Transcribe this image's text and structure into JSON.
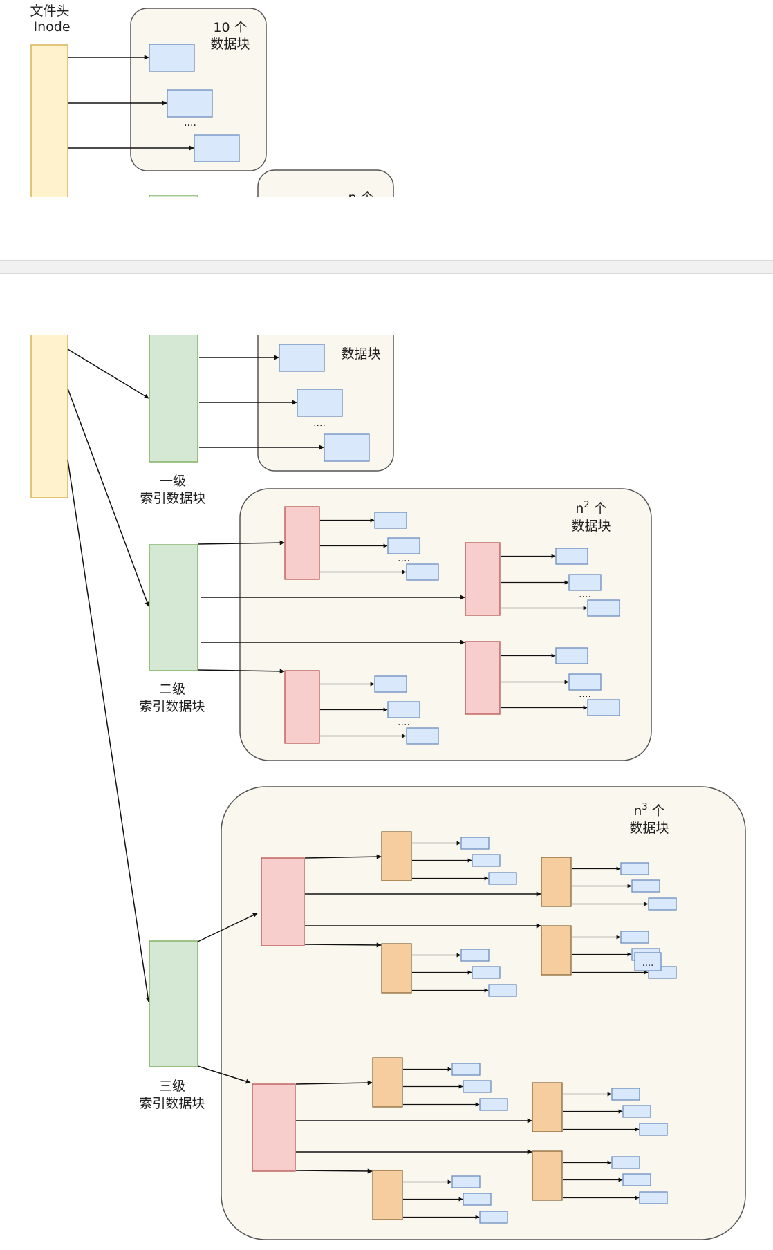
{
  "labels": {
    "inode_title": "文件头",
    "inode_sub": "Inode",
    "direct_count": "10 个",
    "direct_unit": "数据块",
    "single_unit": "数据块",
    "single_name_1": "一级",
    "single_name_2": "索引数据块",
    "double_n": "n",
    "double_exp": "2",
    "double_count": " 个",
    "double_unit": "数据块",
    "double_name_1": "二级",
    "double_name_2": "索引数据块",
    "triple_n": "n",
    "triple_exp": "3",
    "triple_count": " 个",
    "triple_unit": "数据块",
    "triple_name_1": "三级",
    "triple_name_2": "索引数据块",
    "ellipsis": "...."
  },
  "colors": {
    "inode_fill": "#fff2cc",
    "inode_stroke": "#d6b656",
    "data_fill": "#dae8fc",
    "data_stroke": "#6c8ebf",
    "index1_fill": "#d5e8d4",
    "index1_stroke": "#82b366",
    "index2_fill": "#f8cecc",
    "index2_stroke": "#b85450",
    "index3_fill": "#f5cd9f",
    "index3_stroke": "#8a6a3a",
    "group_fill": "#f9f7ee",
    "group_stroke": "#555555",
    "screen_gap": "#f1f1f1",
    "screen_edge": "#d9d9d9"
  }
}
